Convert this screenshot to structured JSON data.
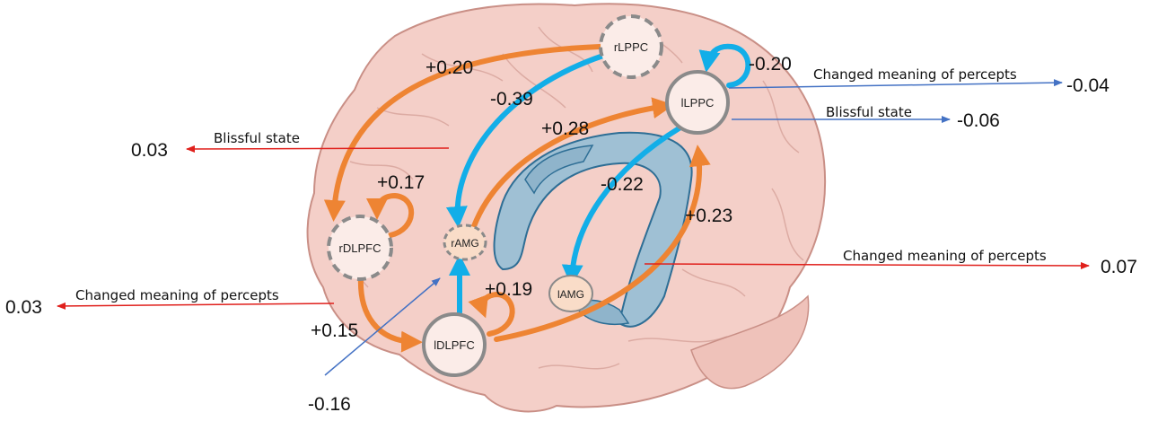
{
  "colors": {
    "brain_fill": "#f4cfc8",
    "brain_stroke": "#c98f86",
    "ventricle_fill": "#9fc0d4",
    "ventricle_stroke": "#2e6e95",
    "positive": "#ee8433",
    "negative": "#12aee8",
    "outcome_positive_text_arrow": "#e0201c",
    "outcome_negative_arrow": "#4472c4"
  },
  "nodes": {
    "rLPPC": "rLPPC",
    "lLPPC": "lLPPC",
    "rDLPFC": "rDLPFC",
    "lDLPFC": "lDLPFC",
    "rAMG": "rAMG",
    "lAMG": "lAMG"
  },
  "edges": {
    "rLPPC_to_rDLPFC": "+0.20",
    "rLPPC_to_rAMG": "-0.39",
    "lLPPC_self": "-0.20",
    "rAMG_to_lLPPC": "+0.28",
    "rDLPFC_self": "+0.17",
    "lLPPC_to_lAMG": "-0.22",
    "lDLPFC_to_lLPPC": "+0.23",
    "lDLPFC_self": "+0.19",
    "rDLPFC_to_lDLPFC": "+0.15",
    "lDLPFC_input": "-0.16"
  },
  "outcomes": {
    "lLPPC_changed_meaning": {
      "label": "Changed meaning of percepts",
      "value": "-0.04"
    },
    "lLPPC_blissful": {
      "label": "Blissful state",
      "value": "-0.06"
    },
    "rDLPFC_blissful": {
      "label": "Blissful state",
      "value": "0.03"
    },
    "lDLPFC_changed_meaning": {
      "label": "Changed meaning of percepts",
      "value": "0.07"
    },
    "rDLPFC_changed_meaning": {
      "label": "Changed meaning of percepts",
      "value": "0.03"
    }
  }
}
